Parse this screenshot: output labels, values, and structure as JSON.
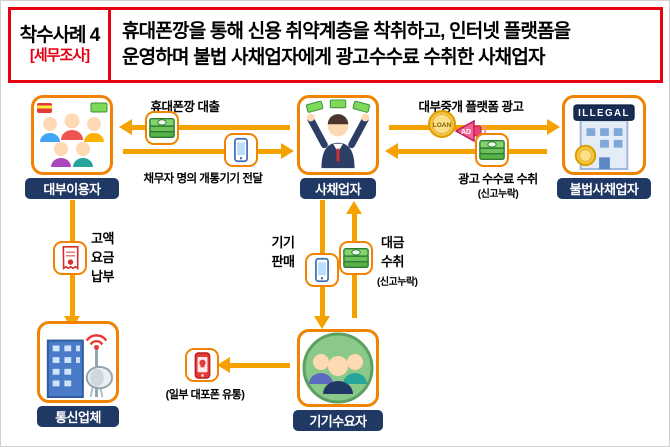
{
  "header": {
    "case_label": "착수사례 4",
    "case_type": "[세무조사]",
    "title_line1": "휴대폰깡을 통해 신용 취약계층을 착취하고, 인터넷 플랫폼을",
    "title_line2": "운영하며 불법 사채업자에게 광고수수료 수취한 사채업자"
  },
  "entities": {
    "loan_users": {
      "label": "대부이용자"
    },
    "loan_shark": {
      "label": "사채업자"
    },
    "illegal_loan_shark": {
      "label": "불법사채업자",
      "sign": "ILLEGAL"
    },
    "telecom": {
      "label": "통신업체"
    },
    "device_buyers": {
      "label": "기기수요자"
    }
  },
  "flows": {
    "phone_loan": {
      "label": "휴대폰깡 대출"
    },
    "device_delivery": {
      "label": "채무자 명의 개통기기 전달"
    },
    "platform_ad": {
      "label": "대부중개 플랫폼 광고",
      "loan_badge": "LOAN",
      "ad_badge": "AD"
    },
    "ad_fee": {
      "label": "광고 수수료 수취",
      "note": "(신고누락)"
    },
    "high_fee": {
      "label": "고액\n요금\n납부"
    },
    "device_sale": {
      "label": "기기\n판매"
    },
    "payment": {
      "label": "대금\n수취",
      "note": "(신고누락)"
    },
    "burner": {
      "label": "(일부 대포폰 유통)"
    }
  },
  "colors": {
    "header_red": "#E60012",
    "label_navy": "#203864",
    "box_orange": "#F08300",
    "arrow_orange": "#F5A201"
  }
}
